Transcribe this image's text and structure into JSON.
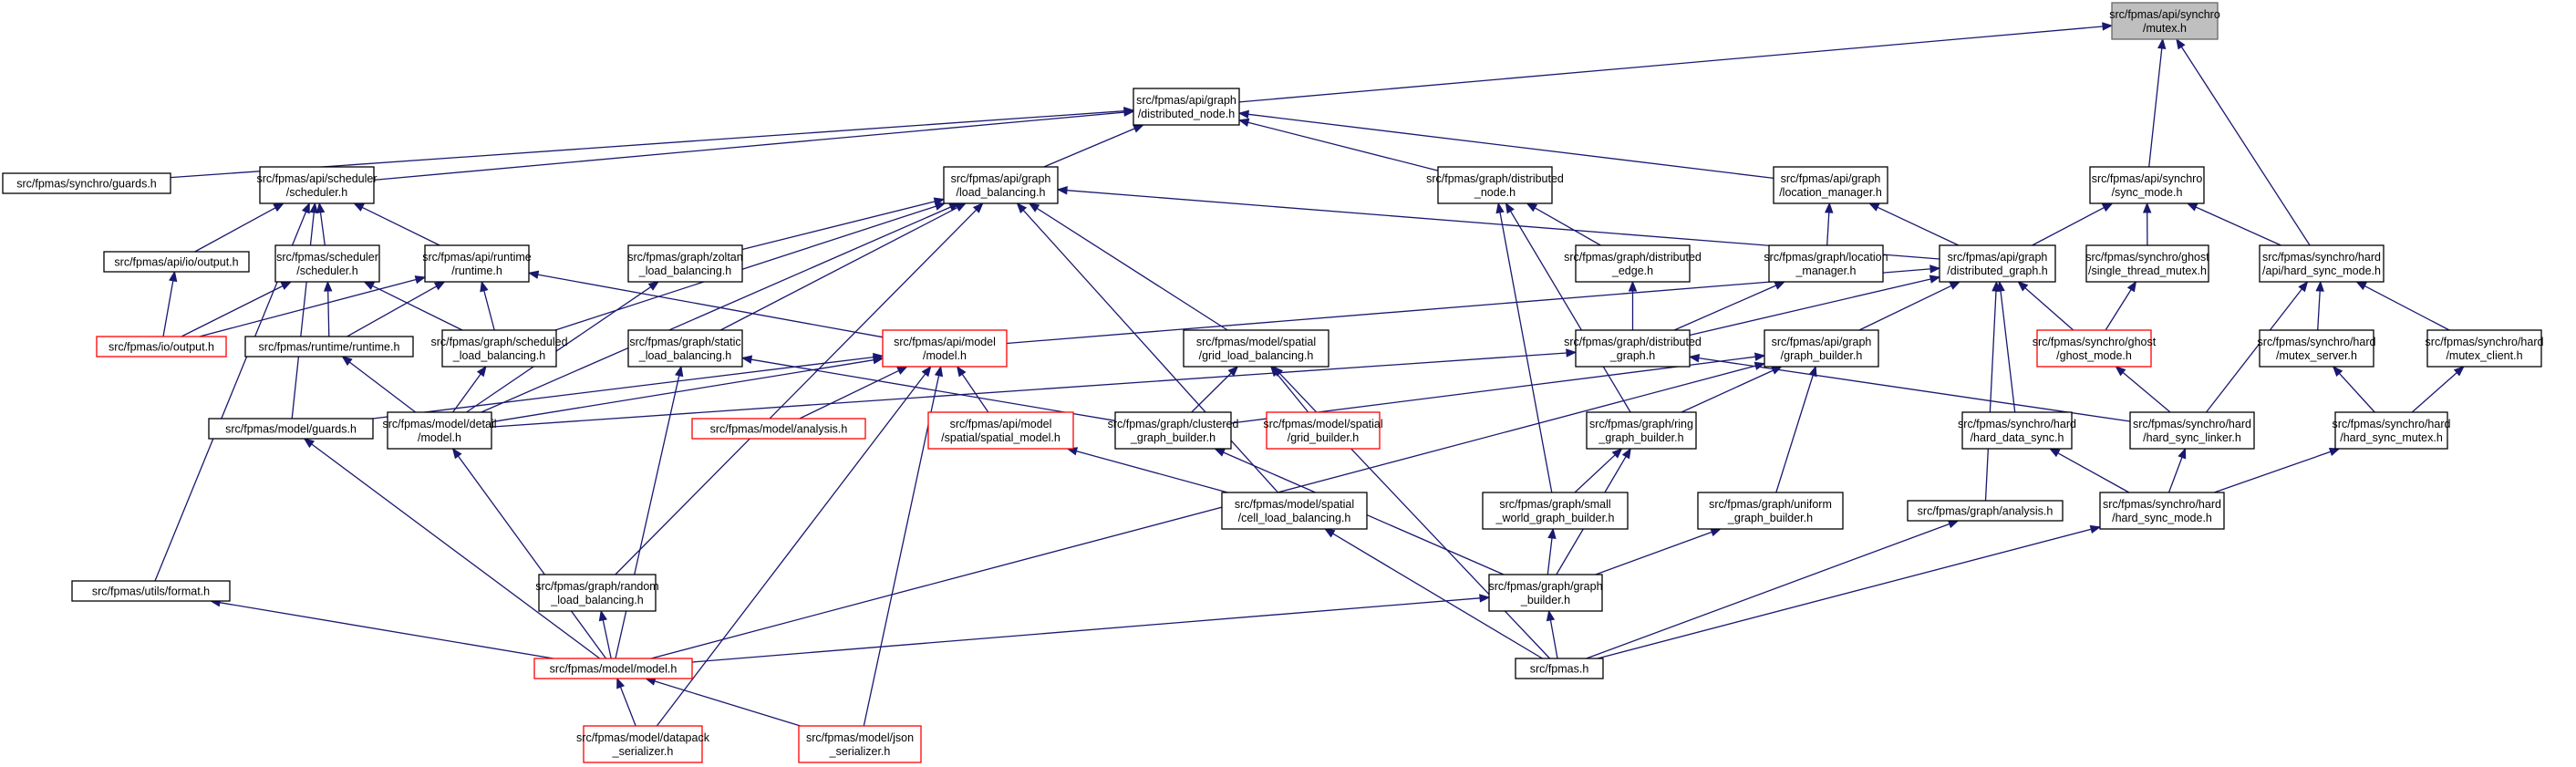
{
  "graph": {
    "colors": {
      "edge": "#191970",
      "node_border": "#000000",
      "undocumented_border": "#ff0000",
      "root_fill": "#bfbfbf"
    },
    "nodes": {
      "root": {
        "lines": [
          "src/fpmas/api/synchro",
          "/mutex.h"
        ],
        "style": "root"
      },
      "dnode": {
        "lines": [
          "src/fpmas/api/graph",
          "/distributed_node.h"
        ]
      },
      "guards_s": {
        "lines": [
          "src/fpmas/synchro/guards.h"
        ]
      },
      "sched_api": {
        "lines": [
          "src/fpmas/api/scheduler",
          "/scheduler.h"
        ]
      },
      "lb_api": {
        "lines": [
          "src/fpmas/api/graph",
          "/load_balancing.h"
        ]
      },
      "gdnode": {
        "lines": [
          "src/fpmas/graph/distributed",
          "_node.h"
        ]
      },
      "locman_api": {
        "lines": [
          "src/fpmas/api/graph",
          "/location_manager.h"
        ]
      },
      "syncmode_api": {
        "lines": [
          "src/fpmas/api/synchro",
          "/sync_mode.h"
        ]
      },
      "io_api": {
        "lines": [
          "src/fpmas/api/io/output.h"
        ]
      },
      "sched": {
        "lines": [
          "src/fpmas/scheduler",
          "/scheduler.h"
        ]
      },
      "runtime_api": {
        "lines": [
          "src/fpmas/api/runtime",
          "/runtime.h"
        ]
      },
      "zoltan": {
        "lines": [
          "src/fpmas/graph/zoltan",
          "_load_balancing.h"
        ]
      },
      "dedge": {
        "lines": [
          "src/fpmas/graph/distributed",
          "_edge.h"
        ]
      },
      "locman": {
        "lines": [
          "src/fpmas/graph/location",
          "_manager.h"
        ]
      },
      "dgraph_api": {
        "lines": [
          "src/fpmas/api/graph",
          "/distributed_graph.h"
        ]
      },
      "stm": {
        "lines": [
          "src/fpmas/synchro/ghost",
          "/single_thread_mutex.h"
        ]
      },
      "hsm_api": {
        "lines": [
          "src/fpmas/synchro/hard",
          "/api/hard_sync_mode.h"
        ]
      },
      "io": {
        "lines": [
          "src/fpmas/io/output.h"
        ],
        "style": "undoc"
      },
      "runtime": {
        "lines": [
          "src/fpmas/runtime/runtime.h"
        ]
      },
      "slb": {
        "lines": [
          "src/fpmas/graph/scheduled",
          "_load_balancing.h"
        ]
      },
      "static_lb": {
        "lines": [
          "src/fpmas/graph/static",
          "_load_balancing.h"
        ]
      },
      "model_api": {
        "lines": [
          "src/fpmas/api/model",
          "/model.h"
        ],
        "style": "undoc"
      },
      "grid_lb": {
        "lines": [
          "src/fpmas/model/spatial",
          "/grid_load_balancing.h"
        ]
      },
      "dgraph": {
        "lines": [
          "src/fpmas/graph/distributed",
          "_graph.h"
        ]
      },
      "gb_api": {
        "lines": [
          "src/fpmas/api/graph",
          "/graph_builder.h"
        ]
      },
      "ghost": {
        "lines": [
          "src/fpmas/synchro/ghost",
          "/ghost_mode.h"
        ],
        "style": "undoc"
      },
      "mserver": {
        "lines": [
          "src/fpmas/synchro/hard",
          "/mutex_server.h"
        ]
      },
      "mclient": {
        "lines": [
          "src/fpmas/synchro/hard",
          "/mutex_client.h"
        ]
      },
      "mguards": {
        "lines": [
          "src/fpmas/model/guards.h"
        ]
      },
      "mdetail": {
        "lines": [
          "src/fpmas/model/detail",
          "/model.h"
        ]
      },
      "analysis_m": {
        "lines": [
          "src/fpmas/model/analysis.h"
        ],
        "style": "undoc"
      },
      "spatial_api": {
        "lines": [
          "src/fpmas/api/model",
          "/spatial/spatial_model.h"
        ],
        "style": "undoc"
      },
      "clustered": {
        "lines": [
          "src/fpmas/graph/clustered",
          "_graph_builder.h"
        ]
      },
      "grid_b": {
        "lines": [
          "src/fpmas/model/spatial",
          "/grid_builder.h"
        ],
        "style": "undoc"
      },
      "ring": {
        "lines": [
          "src/fpmas/graph/ring",
          "_graph_builder.h"
        ]
      },
      "hds": {
        "lines": [
          "src/fpmas/synchro/hard",
          "/hard_data_sync.h"
        ]
      },
      "hsl": {
        "lines": [
          "src/fpmas/synchro/hard",
          "/hard_sync_linker.h"
        ]
      },
      "hsmx": {
        "lines": [
          "src/fpmas/synchro/hard",
          "/hard_sync_mutex.h"
        ]
      },
      "cell_lb": {
        "lines": [
          "src/fpmas/model/spatial",
          "/cell_load_balancing.h"
        ]
      },
      "small_world": {
        "lines": [
          "src/fpmas/graph/small",
          "_world_graph_builder.h"
        ]
      },
      "uniform": {
        "lines": [
          "src/fpmas/graph/uniform",
          "_graph_builder.h"
        ]
      },
      "ganalysis": {
        "lines": [
          "src/fpmas/graph/analysis.h"
        ]
      },
      "hsmode": {
        "lines": [
          "src/fpmas/synchro/hard",
          "/hard_sync_mode.h"
        ]
      },
      "format": {
        "lines": [
          "src/fpmas/utils/format.h"
        ]
      },
      "random_lb": {
        "lines": [
          "src/fpmas/graph/random",
          "_load_balancing.h"
        ]
      },
      "gbuilder": {
        "lines": [
          "src/fpmas/graph/graph",
          "_builder.h"
        ]
      },
      "model": {
        "lines": [
          "src/fpmas/model/model.h"
        ],
        "style": "undoc"
      },
      "fpmas": {
        "lines": [
          "src/fpmas.h"
        ]
      },
      "datapack": {
        "lines": [
          "src/fpmas/model/datapack",
          "_serializer.h"
        ],
        "style": "undoc"
      },
      "json": {
        "lines": [
          "src/fpmas/model/json",
          "_serializer.h"
        ],
        "style": "undoc"
      }
    },
    "edges": [
      [
        "dnode",
        "root"
      ],
      [
        "syncmode_api",
        "root"
      ],
      [
        "hsm_api",
        "root"
      ],
      [
        "guards_s",
        "dnode"
      ],
      [
        "sched_api",
        "dnode"
      ],
      [
        "lb_api",
        "dnode"
      ],
      [
        "gdnode",
        "dnode"
      ],
      [
        "locman_api",
        "dnode"
      ],
      [
        "io_api",
        "sched_api"
      ],
      [
        "sched",
        "sched_api"
      ],
      [
        "runtime_api",
        "sched_api"
      ],
      [
        "format",
        "sched_api"
      ],
      [
        "mguards",
        "sched_api"
      ],
      [
        "zoltan",
        "lb_api"
      ],
      [
        "slb",
        "lb_api"
      ],
      [
        "static_lb",
        "lb_api"
      ],
      [
        "grid_lb",
        "lb_api"
      ],
      [
        "dgraph_api",
        "lb_api"
      ],
      [
        "random_lb",
        "lb_api"
      ],
      [
        "cell_lb",
        "lb_api"
      ],
      [
        "mdetail",
        "lb_api"
      ],
      [
        "dedge",
        "gdnode"
      ],
      [
        "small_world",
        "gdnode"
      ],
      [
        "ring",
        "gdnode"
      ],
      [
        "dgraph_api",
        "locman_api"
      ],
      [
        "locman",
        "locman_api"
      ],
      [
        "dgraph_api",
        "syncmode_api"
      ],
      [
        "stm",
        "syncmode_api"
      ],
      [
        "hsm_api",
        "syncmode_api"
      ],
      [
        "io",
        "io_api"
      ],
      [
        "io",
        "sched"
      ],
      [
        "runtime",
        "sched"
      ],
      [
        "slb",
        "sched"
      ],
      [
        "io",
        "runtime_api"
      ],
      [
        "runtime",
        "runtime_api"
      ],
      [
        "slb",
        "runtime_api"
      ],
      [
        "model_api",
        "runtime_api"
      ],
      [
        "mdetail",
        "zoltan"
      ],
      [
        "dgraph",
        "dedge"
      ],
      [
        "dgraph",
        "locman"
      ],
      [
        "model_api",
        "dgraph_api"
      ],
      [
        "dgraph",
        "dgraph_api"
      ],
      [
        "gb_api",
        "dgraph_api"
      ],
      [
        "ghost",
        "dgraph_api"
      ],
      [
        "hds",
        "dgraph_api"
      ],
      [
        "ganalysis",
        "dgraph_api"
      ],
      [
        "ghost",
        "stm"
      ],
      [
        "hsl",
        "hsm_api"
      ],
      [
        "mserver",
        "hsm_api"
      ],
      [
        "mclient",
        "hsm_api"
      ],
      [
        "mdetail",
        "runtime"
      ],
      [
        "mdetail",
        "slb"
      ],
      [
        "model",
        "static_lb"
      ],
      [
        "clustered",
        "static_lb"
      ],
      [
        "mguards",
        "model_api"
      ],
      [
        "mdetail",
        "model_api"
      ],
      [
        "analysis_m",
        "model_api"
      ],
      [
        "spatial_api",
        "model_api"
      ],
      [
        "datapack",
        "model_api"
      ],
      [
        "json",
        "model_api"
      ],
      [
        "clustered",
        "grid_lb"
      ],
      [
        "grid_b",
        "grid_lb"
      ],
      [
        "fpmas",
        "grid_lb"
      ],
      [
        "mdetail",
        "dgraph"
      ],
      [
        "hsl",
        "dgraph"
      ],
      [
        "ring",
        "gb_api"
      ],
      [
        "uniform",
        "gb_api"
      ],
      [
        "clustered",
        "gb_api"
      ],
      [
        "model",
        "gb_api"
      ],
      [
        "hsl",
        "ghost"
      ],
      [
        "hsmx",
        "mserver"
      ],
      [
        "hsmx",
        "mclient"
      ],
      [
        "model",
        "mguards"
      ],
      [
        "model",
        "mdetail"
      ],
      [
        "cell_lb",
        "spatial_api"
      ],
      [
        "gbuilder",
        "clustered"
      ],
      [
        "small_world",
        "ring"
      ],
      [
        "gbuilder",
        "ring"
      ],
      [
        "hsmode",
        "hds"
      ],
      [
        "hsmode",
        "hsl"
      ],
      [
        "hsmode",
        "hsmx"
      ],
      [
        "fpmas",
        "cell_lb"
      ],
      [
        "gbuilder",
        "small_world"
      ],
      [
        "gbuilder",
        "uniform"
      ],
      [
        "fpmas",
        "ganalysis"
      ],
      [
        "fpmas",
        "hsmode"
      ],
      [
        "model",
        "format"
      ],
      [
        "model",
        "random_lb"
      ],
      [
        "model",
        "gbuilder"
      ],
      [
        "fpmas",
        "gbuilder"
      ],
      [
        "datapack",
        "model"
      ],
      [
        "json",
        "model"
      ]
    ]
  }
}
